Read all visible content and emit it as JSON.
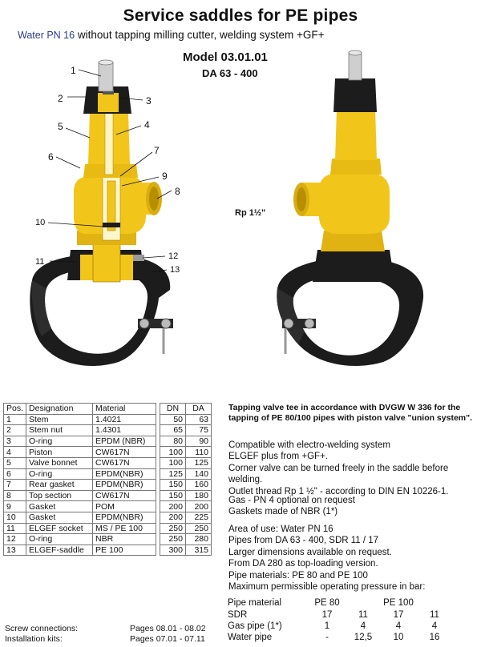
{
  "header": {
    "title": "Service saddles for PE pipes",
    "subtitle_prefix": "Water PN 16",
    "subtitle_rest": " without tapping milling cutter, welding system +GF+",
    "model": "Model 03.01.01",
    "range": "DA 63 - 400"
  },
  "figure": {
    "thread_label": "Rp 1½\"",
    "callouts": [
      "1",
      "2",
      "3",
      "4",
      "5",
      "6",
      "7",
      "8",
      "9",
      "10",
      "11",
      "12",
      "13"
    ],
    "colors": {
      "body": "#f2c51a",
      "black": "#1c1c1c"
    }
  },
  "parts_table": {
    "headers": [
      "Pos.",
      "Designation",
      "Material"
    ],
    "rows": [
      [
        "1",
        "Stem",
        "1.4021"
      ],
      [
        "2",
        "Stem nut",
        "1.4301"
      ],
      [
        "3",
        "O-ring",
        "EPDM (NBR)"
      ],
      [
        "4",
        "Piston",
        "CW617N"
      ],
      [
        "5",
        "Valve bonnet",
        "CW617N"
      ],
      [
        "6",
        "O-ring",
        "EPDM(NBR)"
      ],
      [
        "7",
        "Rear gasket",
        "EPDM(NBR)"
      ],
      [
        "8",
        "Top section",
        "CW617N"
      ],
      [
        "9",
        "Gasket",
        "POM"
      ],
      [
        "10",
        "Gasket",
        "EPDM(NBR)"
      ],
      [
        "11",
        "ELGEF socket",
        "MS / PE 100"
      ],
      [
        "12",
        "O-ring",
        "NBR"
      ],
      [
        "13",
        "ELGEF-saddle",
        "PE 100"
      ]
    ]
  },
  "dims_table": {
    "headers": [
      "DN",
      "DA"
    ],
    "rows": [
      [
        "50",
        "63"
      ],
      [
        "65",
        "75"
      ],
      [
        "80",
        "90"
      ],
      [
        "100",
        "110"
      ],
      [
        "100",
        "125"
      ],
      [
        "125",
        "140"
      ],
      [
        "150",
        "160"
      ],
      [
        "150",
        "180"
      ],
      [
        "200",
        "200"
      ],
      [
        "200",
        "225"
      ],
      [
        "250",
        "250"
      ],
      [
        "250",
        "280"
      ],
      [
        "300",
        "315"
      ]
    ]
  },
  "references": [
    {
      "label": "Screw connections:",
      "value": "Pages 08.01 - 08.02"
    },
    {
      "label": "Installation kits:",
      "value": "Pages 07.01 - 07.11"
    }
  ],
  "description": {
    "intro": "Tapping valve tee in accordance with DVGW W 336 for the tapping of PE 80/100 pipes with piston valve \"union system\".",
    "p1": [
      "Compatible with electro-welding system",
      "ELGEF plus from +GF+.",
      "Corner valve can be turned freely in the saddle before welding.",
      "Outlet thread Rp 1 ½\" - according to DIN EN 10226-1."
    ],
    "p2": [
      "Gas - PN 4 optional on request",
      "Gaskets made of NBR (1*)"
    ],
    "p3": [
      "Area of use:  Water PN 16",
      "Pipes from DA 63 - 400, SDR 11 / 17",
      "Larger dimensions available on request.",
      "From DA 280 as top-loading version.",
      "Pipe materials:   PE 80 and PE 100",
      "Maximum permissible operating pressure in bar:"
    ]
  },
  "pressure_table": {
    "rows": [
      [
        "Pipe material",
        "PE  80",
        "",
        "PE 100",
        ""
      ],
      [
        "SDR",
        "17",
        "11",
        "17",
        "11"
      ],
      [
        "Gas pipe (1*)",
        "1",
        "4",
        "4",
        "4"
      ],
      [
        "Water pipe",
        "-",
        "12,5",
        "10",
        "16"
      ]
    ]
  }
}
